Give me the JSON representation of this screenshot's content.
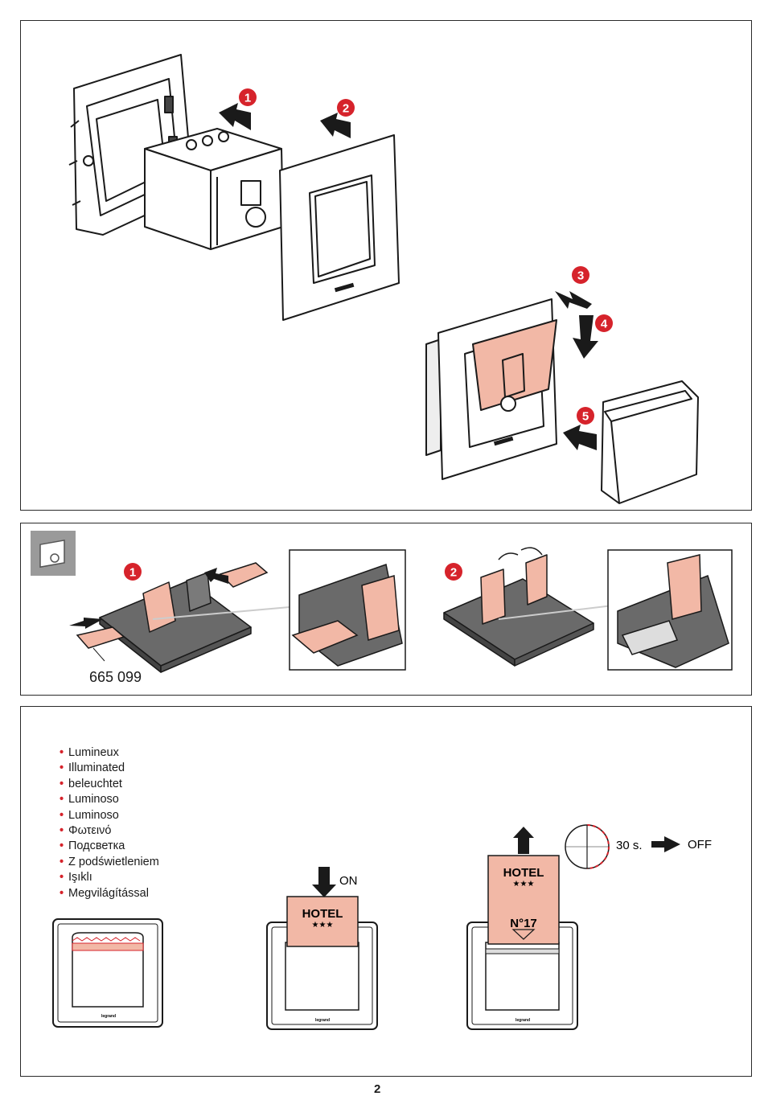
{
  "assembly": {
    "steps": [
      "1",
      "2",
      "3",
      "4",
      "5"
    ]
  },
  "keycard_holder": {
    "steps": [
      "1",
      "2"
    ],
    "part_number": "665 099",
    "icon": "module-icon"
  },
  "operation": {
    "languages": [
      "Lumineux",
      "Illuminated",
      "beleuchtet",
      "Luminoso",
      "Luminoso",
      "Φωτεινό",
      "Подсветка",
      "Z podświetleniem",
      "Işıklı",
      "Megvilágítással"
    ],
    "card_brand": "HOTEL",
    "card_stars": "★★★",
    "card_room": "N°17",
    "on_label": "ON",
    "delay_label": "30 s.",
    "off_label": "OFF",
    "brand_mark": "legrand"
  },
  "page_number": "2",
  "colors": {
    "accent_red": "#d6232b",
    "highlight_salmon": "#f2b8a6",
    "line": "#1a1a1a"
  }
}
